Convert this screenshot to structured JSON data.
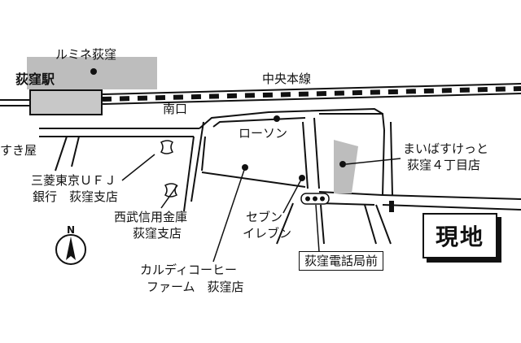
{
  "labels": {
    "lumine": "ルミネ荻窪",
    "station": "荻窪駅",
    "chuo_line": "中央本線",
    "south_exit": "南口",
    "lawson": "ローソン",
    "mybasket_1": "まいばすけっと",
    "mybasket_2": "荻窪４丁目店",
    "sukiya": "すき屋",
    "ufj_1": "三菱東京ＵＦＪ",
    "ufj_2": "銀行　荻窪支店",
    "seibu_1": "西武信用金庫",
    "seibu_2": "荻窪支店",
    "seven_1": "セブン",
    "seven_2": "イレブン",
    "kaldi_1": "カルディコーヒー",
    "kaldi_2": "ファーム　荻窪店",
    "bus_stop": "荻窪電話局前",
    "genchi": "現地",
    "north": "N"
  },
  "icons": [
    "compass-icon",
    "traffic-signal-icon",
    "pedestrian-bridge-icon",
    "site-marker-icon"
  ]
}
